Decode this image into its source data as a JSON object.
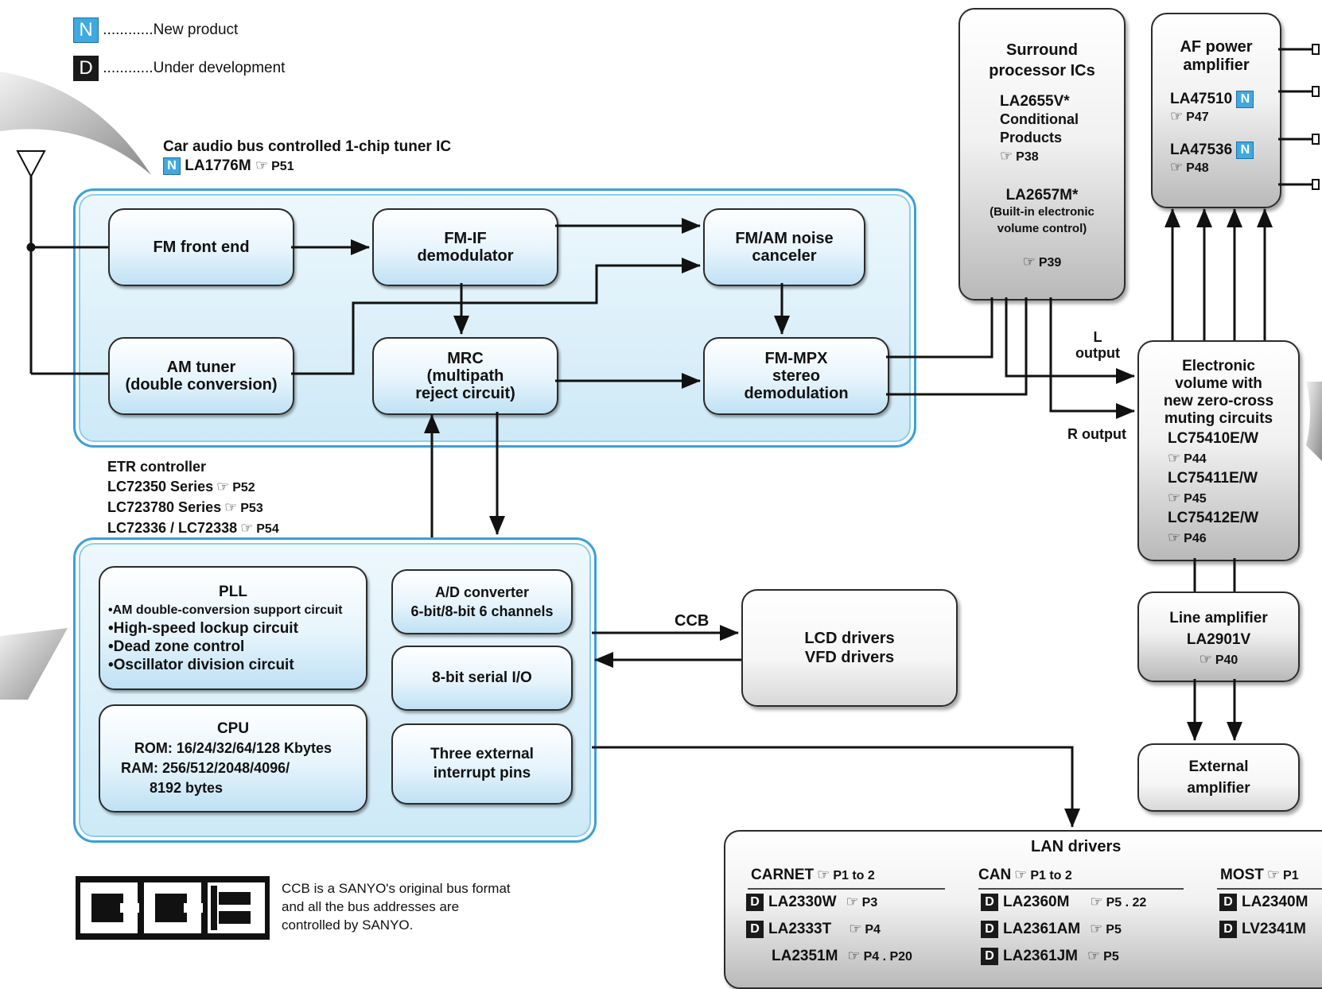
{
  "legend": {
    "new_label": "............New product",
    "dev_label": "............Under development",
    "n_badge": "N",
    "d_badge": "D"
  },
  "tuner": {
    "title": "Car audio bus controlled 1-chip tuner IC",
    "part": "LA1776M",
    "ref": "P51",
    "fm_front_end": "FM front end",
    "fm_if_1": "FM-IF",
    "fm_if_2": "demodulator",
    "noise_1": "FM/AM noise",
    "noise_2": "canceler",
    "am_1": "AM tuner",
    "am_2": "(double conversion)",
    "mrc_1": "MRC",
    "mrc_2": "(multipath",
    "mrc_3": "reject circuit)",
    "mpx_1": "FM-MPX",
    "mpx_2": "stereo",
    "mpx_3": "demodulation"
  },
  "etr": {
    "title": "ETR controller",
    "s1": "LC72350 Series",
    "s1_ref": "P52",
    "s2": "LC723780 Series",
    "s2_ref": "P53",
    "s3": "LC72336 / LC72338",
    "s3_ref": "P54",
    "pll_title": "PLL",
    "pll_1": "•AM double-conversion support circuit",
    "pll_2": "•High-speed lockup circuit",
    "pll_3": "•Dead zone control",
    "pll_4": "•Oscillator division circuit",
    "cpu_title": "CPU",
    "cpu_1": "ROM: 16/24/32/64/128 Kbytes",
    "cpu_2": "RAM: 256/512/2048/4096/",
    "cpu_3": "8192 bytes",
    "ad_1": "A/D converter",
    "ad_2": "6-bit/8-bit 6 channels",
    "sio": "8-bit serial I/O",
    "int_1": "Three external",
    "int_2": "interrupt pins"
  },
  "ccb_label": "CCB",
  "lcd": {
    "l1": "LCD drivers",
    "l2": "VFD drivers"
  },
  "surround": {
    "t1": "Surround",
    "t2": "processor ICs",
    "p1": "LA2655V*",
    "p1a": "Conditional",
    "p1b": "Products",
    "p1_ref": "P38",
    "p2": "LA2657M*",
    "p2a": "(Built-in electronic",
    "p2b": "volume control)",
    "p2_ref": "P39"
  },
  "af": {
    "t1": "AF power",
    "t2": "amplifier",
    "p1": "LA47510",
    "p1_ref": "P47",
    "p2": "LA47536",
    "p2_ref": "P48"
  },
  "outputs": {
    "l1": "L",
    "l2": "output",
    "r": "R output"
  },
  "evol": {
    "t1": "Electronic",
    "t2": "volume with",
    "t3": "new zero-cross",
    "t4": "muting circuits",
    "p1": "LC75410E/W",
    "p1_ref": "P44",
    "p2": "LC75411E/W",
    "p2_ref": "P45",
    "p3": "LC75412E/W",
    "p3_ref": "P46"
  },
  "line_amp": {
    "t1": "Line amplifier",
    "p1": "LA2901V",
    "p1_ref": "P40"
  },
  "ext_amp": {
    "t1": "External",
    "t2": "amplifier"
  },
  "ccb_logo": {
    "text": "CCB is a SANYO's original bus format and all the bus addresses are controlled by SANYO."
  },
  "lan": {
    "title": "LAN drivers",
    "carnet": {
      "name": "CARNET",
      "ref": "P1 to 2",
      "items": [
        {
          "part": "LA2330W",
          "ref": "P3"
        },
        {
          "part": "LA2333T",
          "ref": "P4"
        },
        {
          "part": "LA2351M",
          "ref": "P4 . P20"
        }
      ]
    },
    "can": {
      "name": "CAN",
      "ref": "P1 to 2",
      "items": [
        {
          "part": "LA2360M",
          "ref": "P5 . 22"
        },
        {
          "part": "LA2361AM",
          "ref": "P5"
        },
        {
          "part": "LA2361JM",
          "ref": "P5"
        }
      ]
    },
    "most": {
      "name": "MOST",
      "ref": "P1",
      "items": [
        {
          "part": "LA2340M"
        },
        {
          "part": "LV2341M"
        }
      ]
    }
  }
}
